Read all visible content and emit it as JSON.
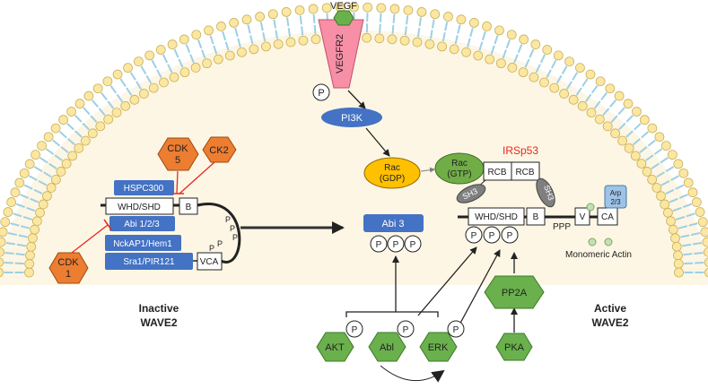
{
  "receptor": {
    "ligand": "VEGF",
    "name": "VEGFR2",
    "phospho": "P"
  },
  "pi3k": "PI3K",
  "rac_gdp": {
    "line1": "Rac",
    "line2": "(GDP)"
  },
  "rac_gtp": {
    "line1": "Rac",
    "line2": "(GTP)"
  },
  "irsp53": "IRSp53",
  "rcb": "RCB",
  "sh3": "SH3",
  "active_complex": {
    "whd": "WHD/SHD",
    "b": "B",
    "ppp": "PPP",
    "v": "V",
    "ca": "CA",
    "arp_line1": "Arp",
    "arp_line2": "2/3"
  },
  "monomeric_actin": "Monomeric Actin",
  "abi3": "Abi 3",
  "phospho": "P",
  "inactive_complex": {
    "cdk5_line1": "CDK",
    "cdk5_line2": "5",
    "ck2": "CK2",
    "hspc300": "HSPC300",
    "whd": "WHD/SHD",
    "b": "B",
    "abi": "Abi 1/2/3",
    "nckap1": "NckAP1/Hem1",
    "sra1": "Sra1/PIR121",
    "vca": "VCA",
    "cdk1_line1": "CDK",
    "cdk1_line2": "1"
  },
  "state_labels": {
    "inactive_line1": "Inactive",
    "inactive_line2": "WAVE2",
    "active_line1": "Active",
    "active_line2": "WAVE2"
  },
  "kinases": {
    "akt": "AKT",
    "abl": "Abl",
    "erk": "ERK",
    "pp2a": "PP2A",
    "pka": "PKA"
  },
  "colors": {
    "cell_fill": "#fdf6e4",
    "lipid_head": "#fbe7a1",
    "lipid_stroke": "#c9b15a",
    "lipid_tail": "#9ecfe3",
    "receptor": "#f78fa7",
    "ligand": "#6ab04c",
    "blue": "#4472c4",
    "rac_gdp": "#ffc000",
    "rac_gtp": "#70ad47",
    "sh3": "#7f7f7f",
    "orange": "#ed7d31",
    "kinase": "#6ab04c",
    "inhibit": "#e8281e",
    "irsp53": "#e8281e",
    "arp": "#9dc3e6",
    "actin": "#c5e0b4"
  }
}
